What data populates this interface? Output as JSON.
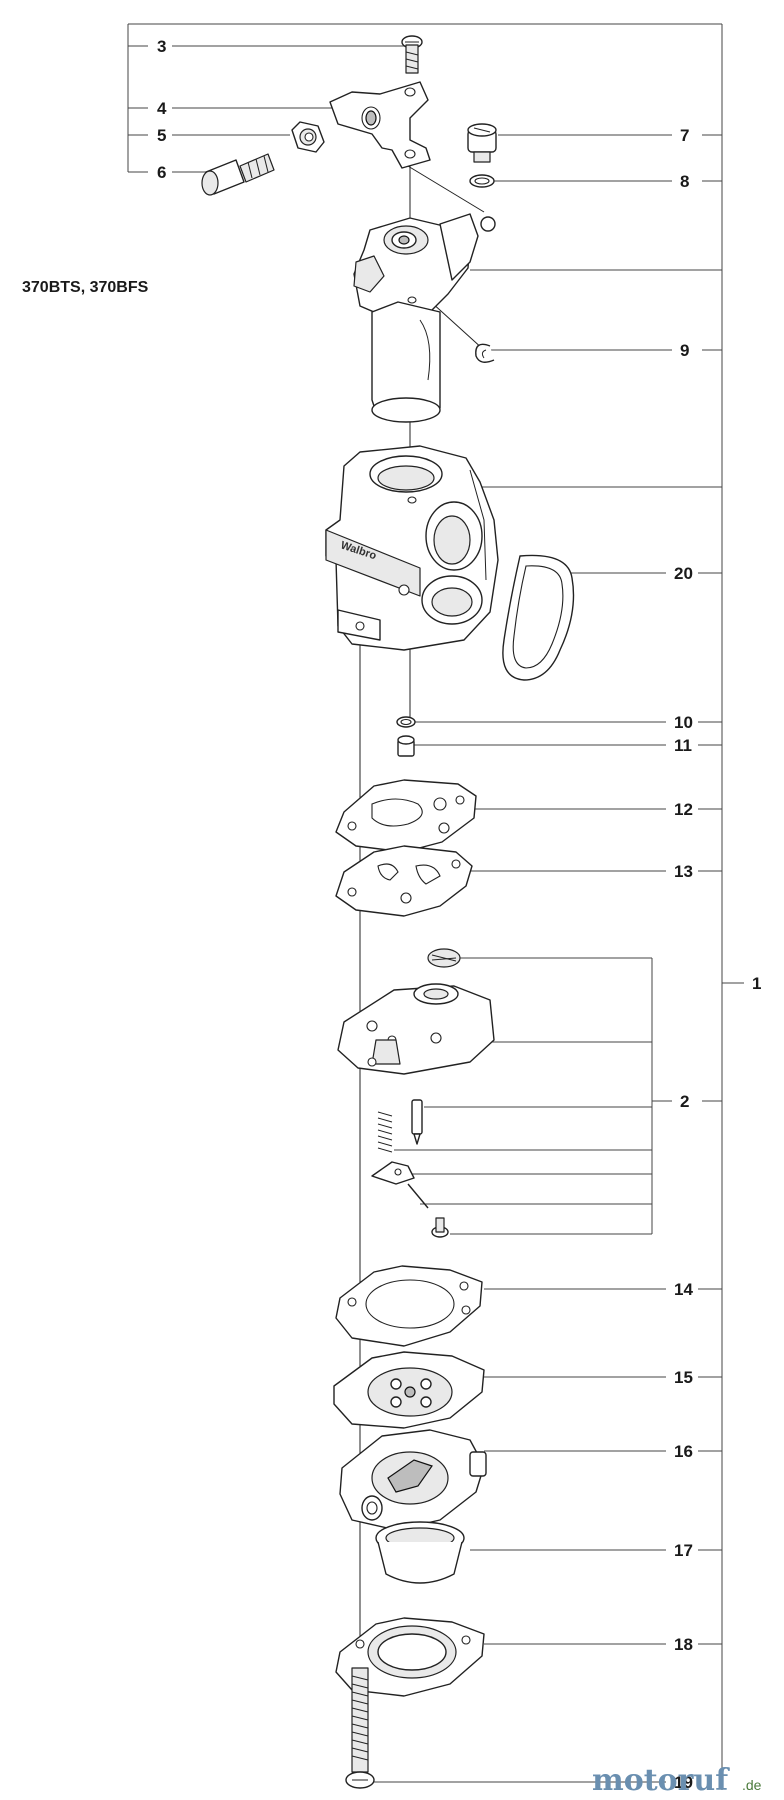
{
  "model_label": "370BTS, 370BFS",
  "callouts": [
    {
      "id": "3",
      "label": "3"
    },
    {
      "id": "4",
      "label": "4"
    },
    {
      "id": "5",
      "label": "5"
    },
    {
      "id": "6",
      "label": "6"
    },
    {
      "id": "7",
      "label": "7"
    },
    {
      "id": "8",
      "label": "8"
    },
    {
      "id": "9",
      "label": "9"
    },
    {
      "id": "20",
      "label": "20"
    },
    {
      "id": "10",
      "label": "10"
    },
    {
      "id": "11",
      "label": "11"
    },
    {
      "id": "12",
      "label": "12"
    },
    {
      "id": "13",
      "label": "13"
    },
    {
      "id": "1",
      "label": "1"
    },
    {
      "id": "2",
      "label": "2"
    },
    {
      "id": "14",
      "label": "14"
    },
    {
      "id": "15",
      "label": "15"
    },
    {
      "id": "16",
      "label": "16"
    },
    {
      "id": "17",
      "label": "17"
    },
    {
      "id": "18",
      "label": "18"
    },
    {
      "id": "19",
      "label": "19"
    }
  ],
  "watermark": {
    "main": "motoruf",
    "suffix": ".de"
  },
  "body_brand": "Walbro",
  "colors": {
    "ink": "#1a1a1a",
    "paper": "#ffffff",
    "watermark_green": "#4a7a3a"
  }
}
